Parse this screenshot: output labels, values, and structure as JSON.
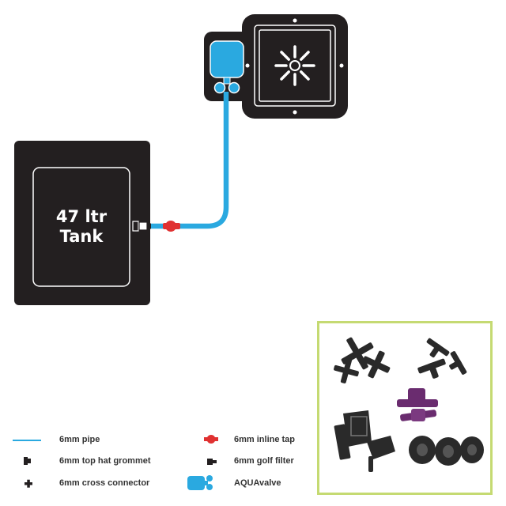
{
  "tank": {
    "line1": "47 ltr",
    "line2": "Tank"
  },
  "legend": [
    {
      "label": "6mm pipe",
      "icon": "pipe-icon"
    },
    {
      "label": "6mm top hat grommet",
      "icon": "grommet-icon"
    },
    {
      "label": "6mm cross connector",
      "icon": "cross-connector-icon"
    },
    {
      "label": "6mm inline tap",
      "icon": "inline-tap-icon"
    },
    {
      "label": "6mm golf filter",
      "icon": "golf-filter-icon"
    },
    {
      "label": "AQUAvalve",
      "icon": "aquavalve-icon"
    }
  ],
  "colors": {
    "pipe": "#2aa9e0",
    "tank": "#231f20",
    "tap": "#e03131",
    "photo_border": "#c5da72",
    "connector": "#2a2a2a",
    "purple_part": "#6a2c6f"
  }
}
